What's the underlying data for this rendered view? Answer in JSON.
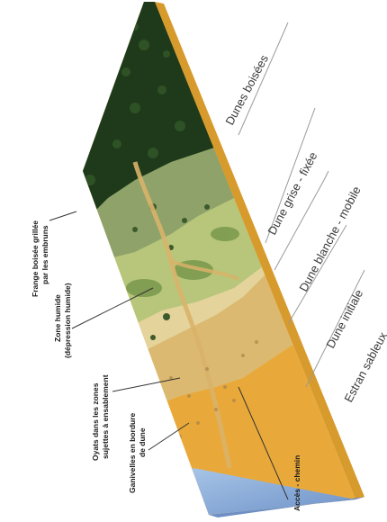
{
  "diagram": {
    "zone_labels": {
      "dune_boisee": "Dunes boisées",
      "dune_grise": "Dune grise - fixée",
      "dune_blanche": "Dune blanche - mobile",
      "dune_initiale": "Dune initiale",
      "estran": "Estran sableux"
    },
    "annotations": {
      "frange_line1": "Frange boisée grillée",
      "frange_line2": "par les embruns",
      "zone_humide_line1": "Zone humide",
      "zone_humide_line2": "(dépression humide)",
      "oyats_line1": "Oyats dans les zones",
      "oyats_line2": "sujettes à ensablement",
      "ganivelles_line1": "Ganivelles en bordure",
      "ganivelles_line2": "de dune",
      "acces": "Accès - chemin"
    },
    "colors": {
      "forest": "#1f3a1a",
      "grey_dune": "#8ea26a",
      "green_dune": "#b7c67a",
      "white_dune": "#e4d39a",
      "initial_dune": "#dcb970",
      "beach": "#e9a93a",
      "sea": "#8fb3de",
      "soil_edge": "#d79a2c"
    }
  }
}
